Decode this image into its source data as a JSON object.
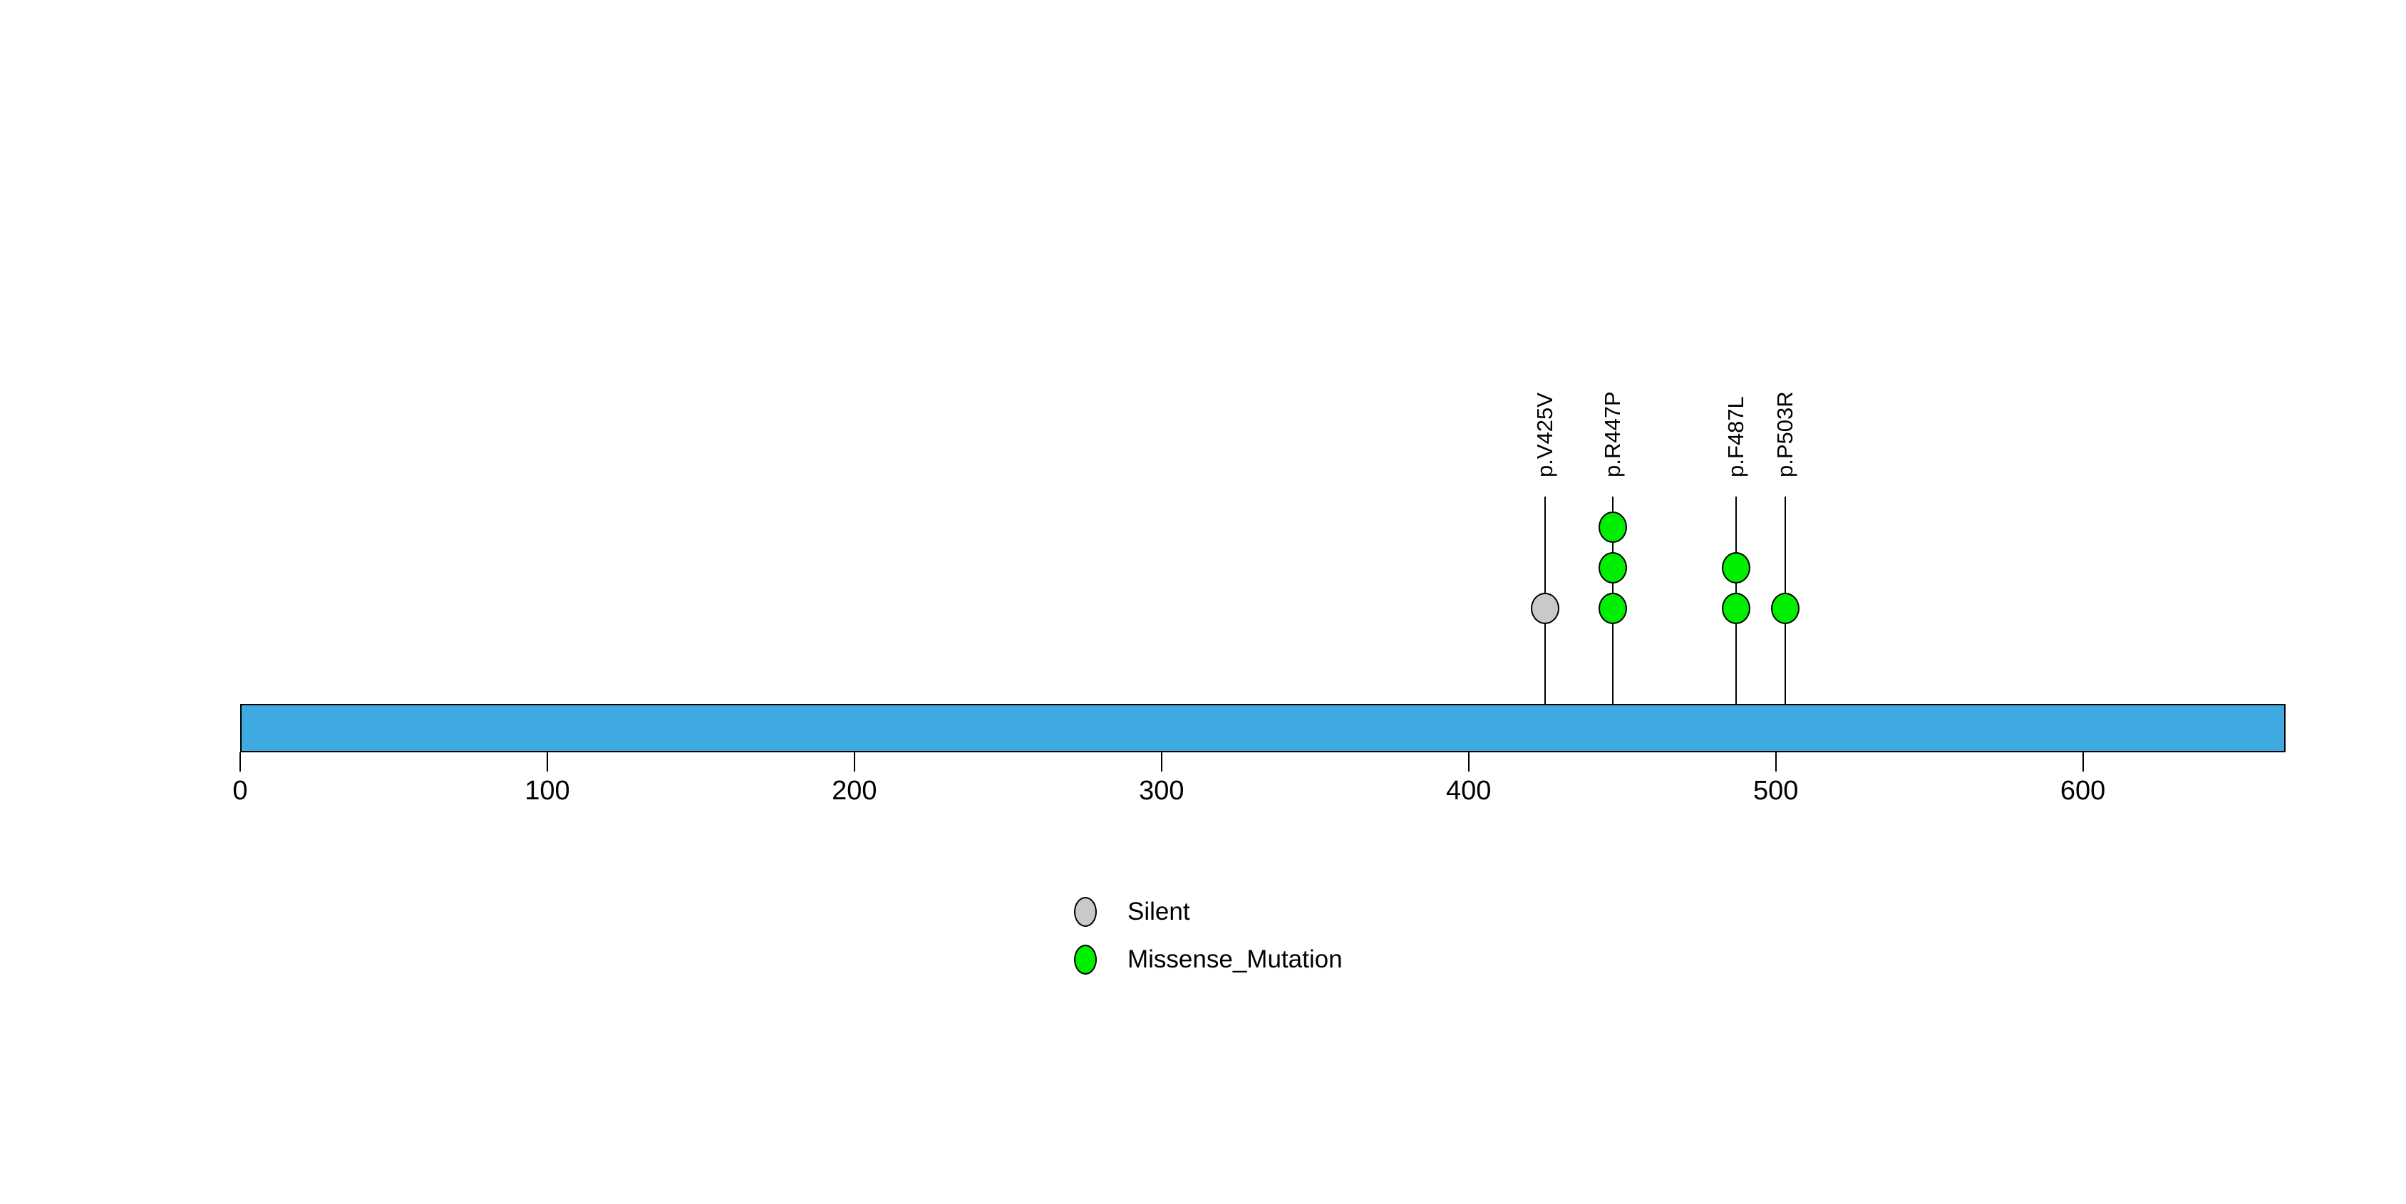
{
  "chart_data": {
    "type": "lollipop",
    "title": "",
    "xlabel": "",
    "ylabel": "",
    "xlim": [
      0,
      666
    ],
    "x_ticks": [
      "0",
      "100",
      "200",
      "300",
      "400",
      "500",
      "600"
    ],
    "x_tick_values": [
      0,
      100,
      200,
      300,
      400,
      500,
      600
    ],
    "grid": false,
    "background_color": "#FFFFFF",
    "protein_bar": {
      "start": 0,
      "end": 666,
      "fill_color": "#3FA9E1",
      "border_color": "#000000"
    },
    "mutation_types": [
      {
        "name": "Silent",
        "color": "#C9C9C9"
      },
      {
        "name": "Missense_Mutation",
        "color": "#00EE00"
      }
    ],
    "mutations": [
      {
        "label": "p.V425V",
        "aa_position": 425,
        "count": 1,
        "type": "Silent"
      },
      {
        "label": "p.R447P",
        "aa_position": 447,
        "count": 3,
        "type": "Missense_Mutation"
      },
      {
        "label": "p.F487L",
        "aa_position": 487,
        "count": 2,
        "type": "Missense_Mutation"
      },
      {
        "label": "p.P503R",
        "aa_position": 503,
        "count": 1,
        "type": "Missense_Mutation"
      }
    ],
    "legend": {
      "position": "bottom-center-left",
      "entries": [
        "Silent",
        "Missense_Mutation"
      ]
    }
  }
}
